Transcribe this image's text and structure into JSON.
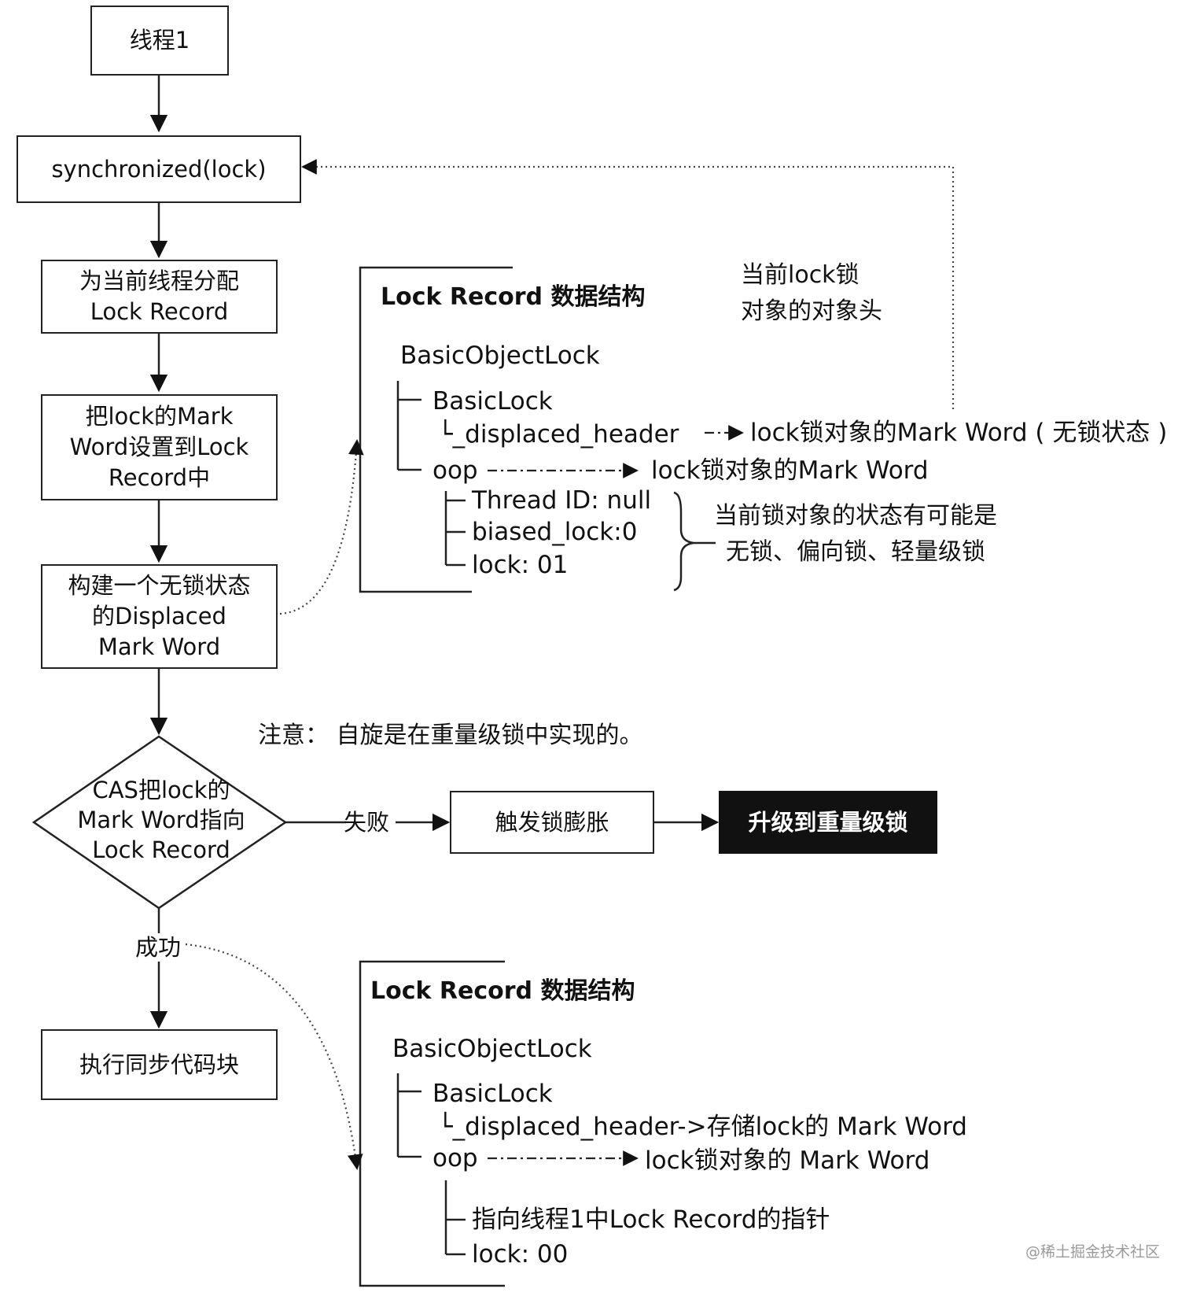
{
  "flow": {
    "thread": "线程1",
    "sync": "synchronized(lock)",
    "alloc": "为当前线程分配\nLock Record",
    "copy": "把lock的Mark\nWord设置到Lock\nRecord中",
    "build": "构建一个无锁状态\n的Displaced\nMark Word",
    "cas": "CAS把lock的\nMark Word指向\nLock Record",
    "fail_label": "失败",
    "inflate": "触发锁膨胀",
    "heavy": "升级到重量级锁",
    "success_label": "成功",
    "execute": "执行同步代码块"
  },
  "note": "注意：  自旋是在重量级锁中实现的。",
  "record1": {
    "title": "Lock Record 数据结构",
    "basic_object_lock": "BasicObjectLock",
    "basic_lock": "BasicLock",
    "displaced_header": "└_displaced_header",
    "displaced_target": "lock锁对象的Mark Word ( 无锁状态 )",
    "oop": "oop",
    "oop_target": "lock锁对象的Mark Word",
    "thread_id": "Thread ID: null",
    "biased": "biased_lock:0",
    "lock": "lock: 01",
    "header_note": "当前lock锁\n对象的对象头",
    "state_note": "当前锁对象的状态有可能是\n无锁、偏向锁、轻量级锁"
  },
  "record2": {
    "title": "Lock Record 数据结构",
    "basic_object_lock": "BasicObjectLock",
    "basic_lock": "BasicLock",
    "displaced_header": "└_displaced_header->存储lock的 Mark Word",
    "oop": "oop",
    "oop_target": "lock锁对象的 Mark Word",
    "pointer": "指向线程1中Lock Record的指针",
    "lock": "lock: 00"
  },
  "watermark": "@稀土掘金技术社区"
}
